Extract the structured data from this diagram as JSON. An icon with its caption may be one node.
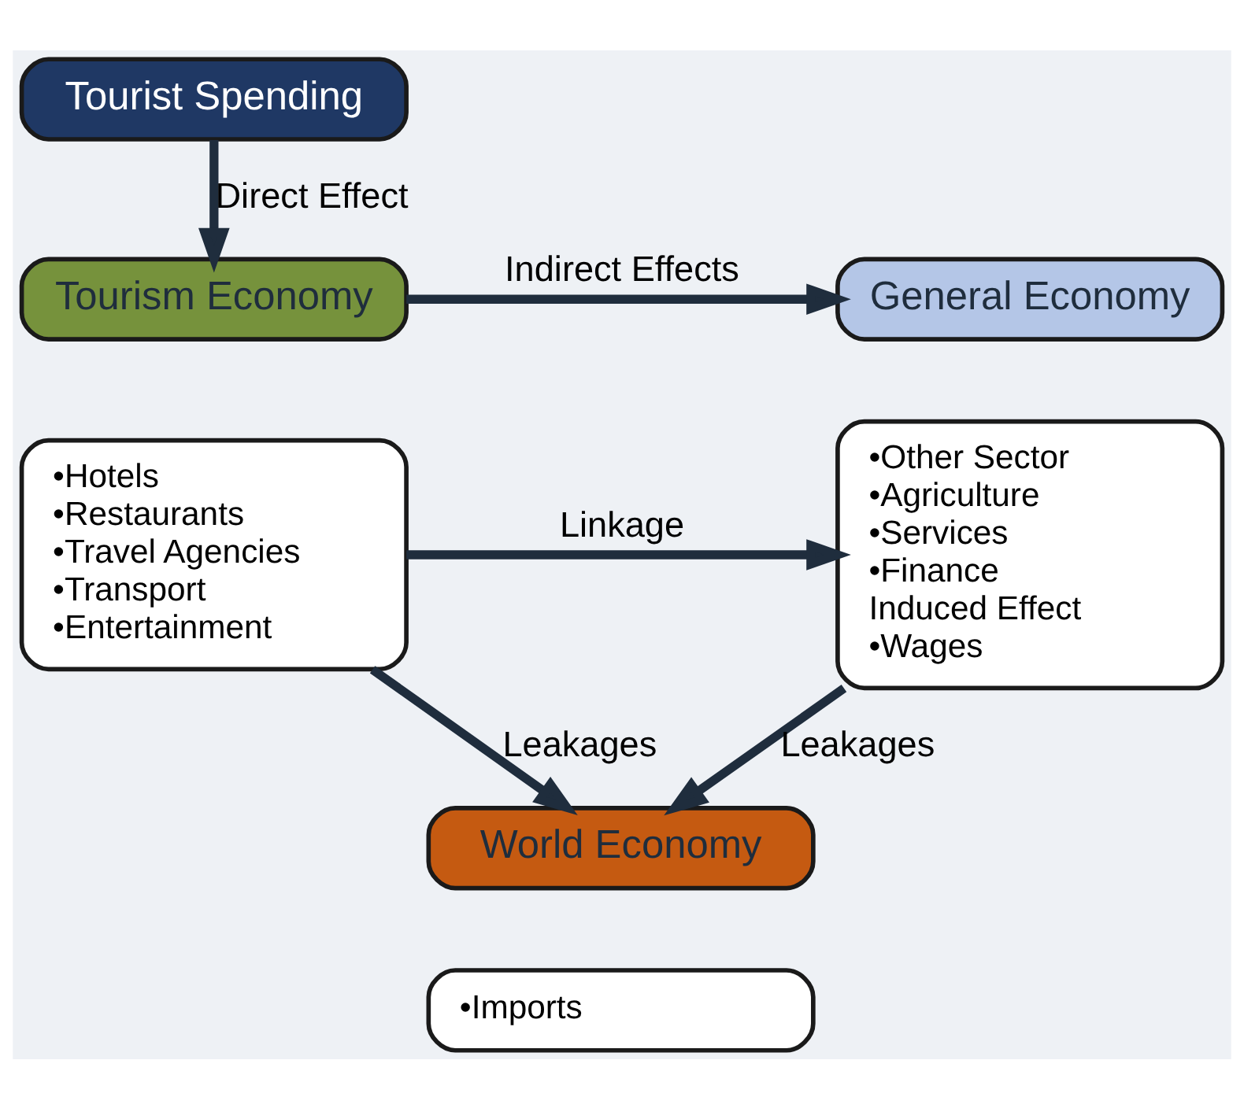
{
  "diagram": {
    "nodes": [
      {
        "text": [
          "Tourist Spending"
        ]
      },
      {
        "text": [
          "Tourism Economy"
        ]
      },
      {
        "text": [
          "•Hotels",
          "•Restaurants",
          "•Travel Agencies",
          "•Transport",
          "•Entertainment"
        ]
      },
      {
        "text": [
          "General Economy"
        ]
      },
      {
        "text": [
          "•Other Sector",
          "•Agriculture",
          "•Services",
          "•Finance",
          "Induced Effect",
          "•Wages"
        ]
      },
      {
        "text": [
          "World Economy"
        ]
      },
      {
        "text": [
          "•Imports"
        ]
      }
    ],
    "edges": [
      {
        "from": 0,
        "to": 1,
        "arrow": "to",
        "label": "Direct Effect"
      },
      {
        "from": 1,
        "to": 3,
        "arrow": "to",
        "label": "Indirect Effects"
      },
      {
        "from": 2,
        "to": 4,
        "arrow": "to",
        "label": "Linkage"
      },
      {
        "from": 2,
        "to": 5,
        "arrow": "to",
        "label": "Leakages"
      },
      {
        "from": 4,
        "to": 5,
        "arrow": "to",
        "label": "Leakages"
      }
    ]
  }
}
